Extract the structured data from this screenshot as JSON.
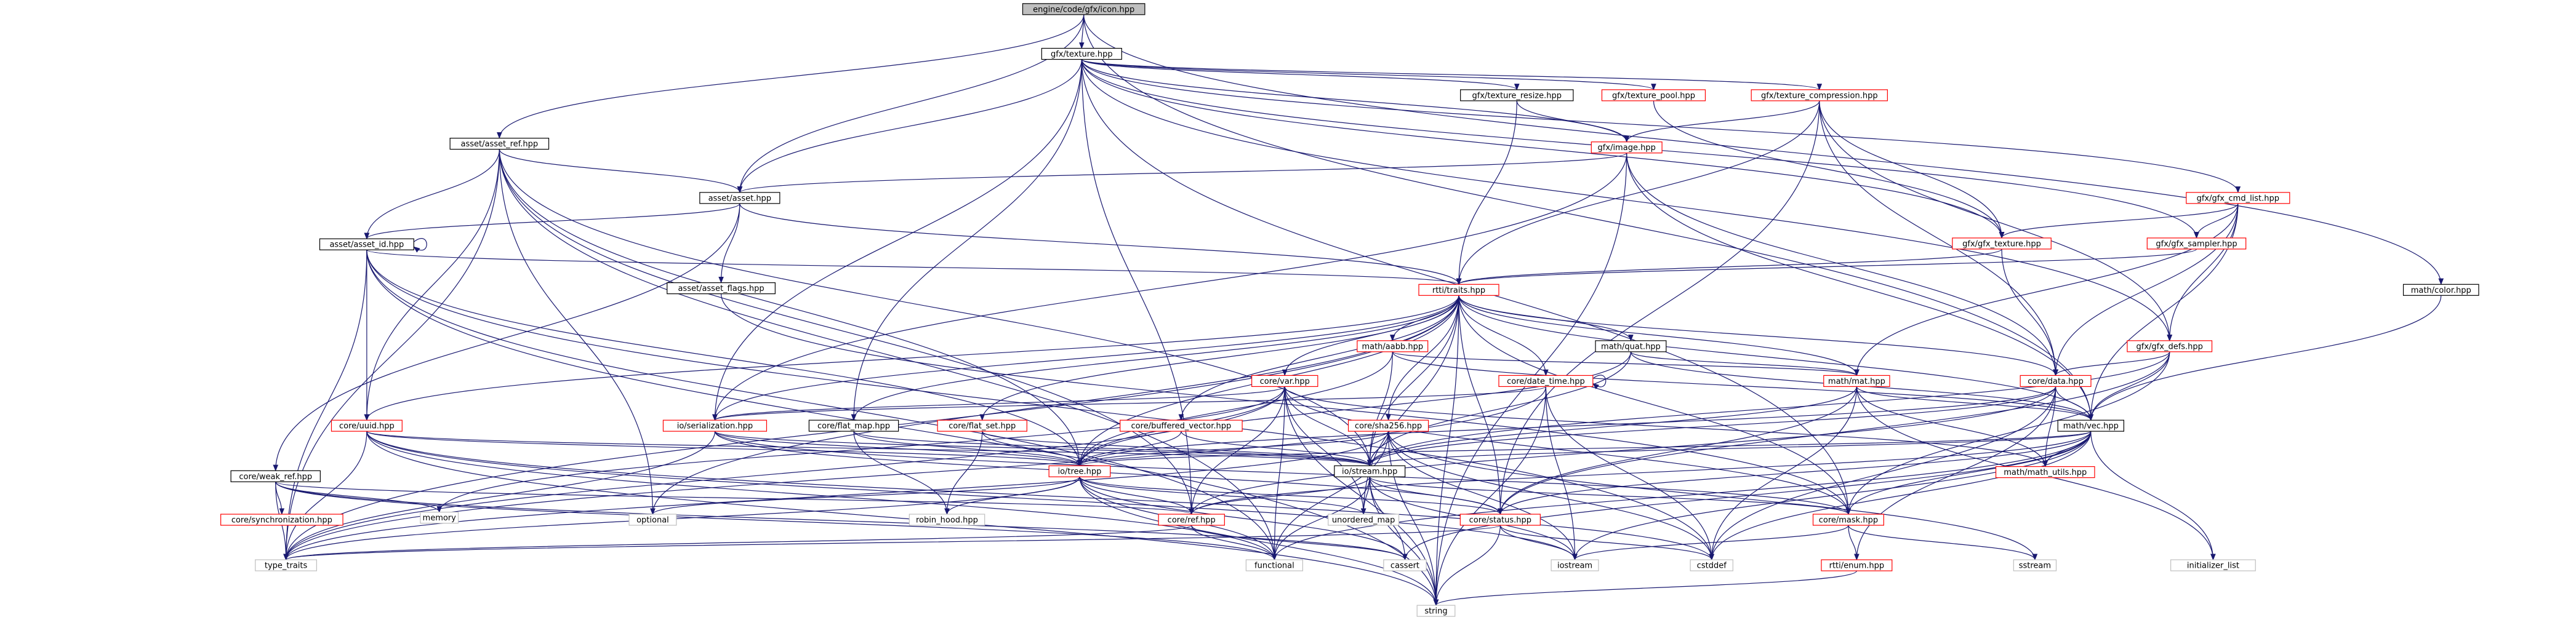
{
  "graph": {
    "colors": {
      "edge": "#191970",
      "root_fill": "#bfbfbf",
      "node_fill": "#ffffff",
      "node_border": "#000000",
      "link_border": "#ff0000",
      "undocumented_text": "#000000",
      "external_border": "#bfbfbf"
    },
    "nodes": [
      {
        "id": "root",
        "label": "engine/code/gfx/icon.hpp",
        "kind": "root"
      },
      {
        "id": "texture",
        "label": "gfx/texture.hpp",
        "kind": "normal"
      },
      {
        "id": "asset_ref",
        "label": "asset/asset_ref.hpp",
        "kind": "normal"
      },
      {
        "id": "texture_resize",
        "label": "gfx/texture_resize.hpp",
        "kind": "normal"
      },
      {
        "id": "texture_pool",
        "label": "gfx/texture_pool.hpp",
        "kind": "red"
      },
      {
        "id": "texture_compression",
        "label": "gfx/texture_compression.hpp",
        "kind": "red"
      },
      {
        "id": "image",
        "label": "gfx/image.hpp",
        "kind": "red"
      },
      {
        "id": "asset",
        "label": "asset/asset.hpp",
        "kind": "normal"
      },
      {
        "id": "gfx_cmd_list",
        "label": "gfx/gfx_cmd_list.hpp",
        "kind": "red"
      },
      {
        "id": "asset_id",
        "label": "asset/asset_id.hpp",
        "kind": "normal"
      },
      {
        "id": "gfx_texture",
        "label": "gfx/gfx_texture.hpp",
        "kind": "red"
      },
      {
        "id": "gfx_sampler",
        "label": "gfx/gfx_sampler.hpp",
        "kind": "red"
      },
      {
        "id": "asset_flags",
        "label": "asset/asset_flags.hpp",
        "kind": "normal"
      },
      {
        "id": "rtti_traits",
        "label": "rtti/traits.hpp",
        "kind": "red"
      },
      {
        "id": "math_color",
        "label": "math/color.hpp",
        "kind": "normal"
      },
      {
        "id": "math_aabb",
        "label": "math/aabb.hpp",
        "kind": "red"
      },
      {
        "id": "math_quat",
        "label": "math/quat.hpp",
        "kind": "normal"
      },
      {
        "id": "gfx_defs",
        "label": "gfx/gfx_defs.hpp",
        "kind": "red"
      },
      {
        "id": "core_var",
        "label": "core/var.hpp",
        "kind": "red"
      },
      {
        "id": "core_date_time",
        "label": "core/date_time.hpp",
        "kind": "red"
      },
      {
        "id": "math_mat",
        "label": "math/mat.hpp",
        "kind": "red"
      },
      {
        "id": "core_data",
        "label": "core/data.hpp",
        "kind": "red"
      },
      {
        "id": "core_uuid",
        "label": "core/uuid.hpp",
        "kind": "red"
      },
      {
        "id": "io_serialization",
        "label": "io/serialization.hpp",
        "kind": "red"
      },
      {
        "id": "core_flat_map",
        "label": "core/flat_map.hpp",
        "kind": "normal"
      },
      {
        "id": "core_flat_set",
        "label": "core/flat_set.hpp",
        "kind": "red"
      },
      {
        "id": "core_buffered_vector",
        "label": "core/buffered_vector.hpp",
        "kind": "red"
      },
      {
        "id": "core_sha256",
        "label": "core/sha256.hpp",
        "kind": "red"
      },
      {
        "id": "math_vec",
        "label": "math/vec.hpp",
        "kind": "normal"
      },
      {
        "id": "core_weak_ref",
        "label": "core/weak_ref.hpp",
        "kind": "normal"
      },
      {
        "id": "io_tree",
        "label": "io/tree.hpp",
        "kind": "red"
      },
      {
        "id": "io_stream",
        "label": "io/stream.hpp",
        "kind": "normal"
      },
      {
        "id": "core_synchronization",
        "label": "core/synchronization.hpp",
        "kind": "red"
      },
      {
        "id": "memory",
        "label": "memory",
        "kind": "ext"
      },
      {
        "id": "optional",
        "label": "optional",
        "kind": "ext"
      },
      {
        "id": "robin_hood",
        "label": "robin_hood.hpp",
        "kind": "ext"
      },
      {
        "id": "core_ref",
        "label": "core/ref.hpp",
        "kind": "red"
      },
      {
        "id": "unordered_map",
        "label": "unordered_map",
        "kind": "ext"
      },
      {
        "id": "core_status",
        "label": "core/status.hpp",
        "kind": "red"
      },
      {
        "id": "core_mask",
        "label": "core/mask.hpp",
        "kind": "red"
      },
      {
        "id": "math_utils",
        "label": "math/math_utils.hpp",
        "kind": "red"
      },
      {
        "id": "type_traits",
        "label": "type_traits",
        "kind": "ext"
      },
      {
        "id": "functional",
        "label": "functional",
        "kind": "ext"
      },
      {
        "id": "cassert",
        "label": "cassert",
        "kind": "ext"
      },
      {
        "id": "iostream",
        "label": "iostream",
        "kind": "ext"
      },
      {
        "id": "cstddef",
        "label": "cstddef",
        "kind": "ext"
      },
      {
        "id": "rtti_enum",
        "label": "rtti/enum.hpp",
        "kind": "red"
      },
      {
        "id": "sstream",
        "label": "sstream",
        "kind": "ext"
      },
      {
        "id": "initializer_list",
        "label": "initializer_list",
        "kind": "ext"
      },
      {
        "id": "string",
        "label": "string",
        "kind": "ext"
      }
    ],
    "edges": [
      [
        "root",
        "texture"
      ],
      [
        "root",
        "asset_ref"
      ],
      [
        "root",
        "asset"
      ],
      [
        "root",
        "math_color"
      ],
      [
        "root",
        "math_vec"
      ],
      [
        "texture",
        "texture_resize"
      ],
      [
        "texture",
        "texture_pool"
      ],
      [
        "texture",
        "texture_compression"
      ],
      [
        "texture",
        "image"
      ],
      [
        "texture",
        "asset"
      ],
      [
        "texture",
        "gfx_cmd_list"
      ],
      [
        "texture",
        "gfx_texture"
      ],
      [
        "texture",
        "gfx_sampler"
      ],
      [
        "texture",
        "gfx_defs"
      ],
      [
        "texture",
        "io_serialization"
      ],
      [
        "texture",
        "core_flat_map"
      ],
      [
        "texture",
        "core_ref"
      ],
      [
        "texture",
        "core_mask"
      ],
      [
        "texture_resize",
        "image"
      ],
      [
        "texture_resize",
        "rtti_traits"
      ],
      [
        "texture_pool",
        "gfx_texture"
      ],
      [
        "texture_compression",
        "image"
      ],
      [
        "texture_compression",
        "gfx_texture"
      ],
      [
        "texture_compression",
        "gfx_defs"
      ],
      [
        "texture_compression",
        "core_data"
      ],
      [
        "texture_compression",
        "rtti_traits"
      ],
      [
        "texture_compression",
        "core_status"
      ],
      [
        "image",
        "asset"
      ],
      [
        "image",
        "core_data"
      ],
      [
        "image",
        "math_vec"
      ],
      [
        "image",
        "io_serialization"
      ],
      [
        "image",
        "string"
      ],
      [
        "asset_ref",
        "asset"
      ],
      [
        "asset_ref",
        "asset_id"
      ],
      [
        "asset_ref",
        "core_uuid"
      ],
      [
        "asset_ref",
        "io_tree"
      ],
      [
        "asset_ref",
        "io_stream"
      ],
      [
        "asset_ref",
        "core_ref"
      ],
      [
        "asset_ref",
        "optional"
      ],
      [
        "asset_ref",
        "type_traits"
      ],
      [
        "asset_ref",
        "functional"
      ],
      [
        "asset",
        "asset_id"
      ],
      [
        "asset",
        "asset_flags"
      ],
      [
        "asset",
        "rtti_traits"
      ],
      [
        "asset",
        "core_weak_ref"
      ],
      [
        "asset_id",
        "asset_id"
      ],
      [
        "asset_id",
        "rtti_traits"
      ],
      [
        "asset_id",
        "core_uuid"
      ],
      [
        "asset_id",
        "io_tree"
      ],
      [
        "asset_id",
        "type_traits"
      ],
      [
        "asset_id",
        "functional"
      ],
      [
        "asset_id",
        "string"
      ],
      [
        "asset_id",
        "cstddef"
      ],
      [
        "asset_flags",
        "core_mask"
      ],
      [
        "gfx_cmd_list",
        "gfx_texture"
      ],
      [
        "gfx_cmd_list",
        "gfx_sampler"
      ],
      [
        "gfx_cmd_list",
        "gfx_defs"
      ],
      [
        "gfx_cmd_list",
        "math_mat"
      ],
      [
        "gfx_cmd_list",
        "core_data"
      ],
      [
        "gfx_cmd_list",
        "math_vec"
      ],
      [
        "gfx_texture",
        "rtti_traits"
      ],
      [
        "gfx_texture",
        "core_data"
      ],
      [
        "gfx_sampler",
        "rtti_traits"
      ],
      [
        "gfx_defs",
        "core_data"
      ],
      [
        "gfx_defs",
        "math_vec"
      ],
      [
        "gfx_defs",
        "core_mask"
      ],
      [
        "gfx_defs",
        "core_status"
      ],
      [
        "gfx_defs",
        "io_stream"
      ],
      [
        "math_color",
        "math_vec"
      ],
      [
        "rtti_traits",
        "math_aabb"
      ],
      [
        "rtti_traits",
        "math_quat"
      ],
      [
        "rtti_traits",
        "core_var"
      ],
      [
        "rtti_traits",
        "core_date_time"
      ],
      [
        "rtti_traits",
        "math_mat"
      ],
      [
        "rtti_traits",
        "core_data"
      ],
      [
        "rtti_traits",
        "core_uuid"
      ],
      [
        "rtti_traits",
        "io_serialization"
      ],
      [
        "rtti_traits",
        "core_flat_map"
      ],
      [
        "rtti_traits",
        "core_flat_set"
      ],
      [
        "rtti_traits",
        "core_buffered_vector"
      ],
      [
        "rtti_traits",
        "core_sha256"
      ],
      [
        "rtti_traits",
        "math_vec"
      ],
      [
        "rtti_traits",
        "io_tree"
      ],
      [
        "rtti_traits",
        "io_stream"
      ],
      [
        "rtti_traits",
        "type_traits"
      ],
      [
        "rtti_traits",
        "optional"
      ],
      [
        "rtti_traits",
        "unordered_map"
      ],
      [
        "rtti_traits",
        "core_mask"
      ],
      [
        "rtti_traits",
        "core_status"
      ],
      [
        "rtti_traits",
        "string"
      ],
      [
        "math_aabb",
        "math_mat"
      ],
      [
        "math_aabb",
        "math_vec"
      ],
      [
        "math_aabb",
        "io_tree"
      ],
      [
        "math_aabb",
        "io_stream"
      ],
      [
        "math_quat",
        "math_mat"
      ],
      [
        "math_quat",
        "math_vec"
      ],
      [
        "math_quat",
        "io_tree"
      ],
      [
        "math_quat",
        "io_stream"
      ],
      [
        "core_var",
        "io_tree"
      ],
      [
        "core_var",
        "io_stream"
      ],
      [
        "core_var",
        "core_ref"
      ],
      [
        "core_var",
        "math_utils"
      ],
      [
        "core_var",
        "memory"
      ],
      [
        "core_var",
        "type_traits"
      ],
      [
        "core_var",
        "functional"
      ],
      [
        "core_var",
        "unordered_map"
      ],
      [
        "core_var",
        "string"
      ],
      [
        "core_var",
        "io_serialization"
      ],
      [
        "core_var",
        "core_mask"
      ],
      [
        "core_date_time",
        "core_date_time"
      ],
      [
        "core_date_time",
        "io_serialization"
      ],
      [
        "core_date_time",
        "iostream"
      ],
      [
        "core_date_time",
        "cstddef"
      ],
      [
        "core_date_time",
        "string"
      ],
      [
        "core_date_time",
        "type_traits"
      ],
      [
        "math_mat",
        "math_vec"
      ],
      [
        "math_mat",
        "math_utils"
      ],
      [
        "math_mat",
        "io_stream"
      ],
      [
        "math_mat",
        "cstddef"
      ],
      [
        "math_mat",
        "core_status"
      ],
      [
        "math_mat",
        "initializer_list"
      ],
      [
        "core_data",
        "math_vec"
      ],
      [
        "core_data",
        "io_stream"
      ],
      [
        "core_data",
        "core_ref"
      ],
      [
        "core_data",
        "math_utils"
      ],
      [
        "core_data",
        "io_tree"
      ],
      [
        "core_data",
        "cstddef"
      ],
      [
        "core_data",
        "rtti_enum"
      ],
      [
        "core_uuid",
        "io_tree"
      ],
      [
        "core_uuid",
        "io_stream"
      ],
      [
        "core_uuid",
        "type_traits"
      ],
      [
        "core_uuid",
        "string"
      ],
      [
        "core_uuid",
        "functional"
      ],
      [
        "core_uuid",
        "cstddef"
      ],
      [
        "core_uuid",
        "iostream"
      ],
      [
        "io_serialization",
        "io_tree"
      ],
      [
        "io_serialization",
        "io_stream"
      ],
      [
        "io_serialization",
        "type_traits"
      ],
      [
        "io_serialization",
        "core_mask"
      ],
      [
        "io_serialization",
        "core_status"
      ],
      [
        "core_flat_map",
        "io_tree"
      ],
      [
        "core_flat_map",
        "io_stream"
      ],
      [
        "core_flat_map",
        "robin_hood"
      ],
      [
        "core_flat_set",
        "io_tree"
      ],
      [
        "core_flat_set",
        "io_stream"
      ],
      [
        "core_flat_set",
        "robin_hood"
      ],
      [
        "core_buffered_vector",
        "io_stream"
      ],
      [
        "core_buffered_vector",
        "io_tree"
      ],
      [
        "core_sha256",
        "io_tree"
      ],
      [
        "core_sha256",
        "io_stream"
      ],
      [
        "core_sha256",
        "iostream"
      ],
      [
        "core_sha256",
        "sstream"
      ],
      [
        "core_sha256",
        "string"
      ],
      [
        "core_sha256",
        "cstddef"
      ],
      [
        "core_sha256",
        "type_traits"
      ],
      [
        "core_sha256",
        "functional"
      ],
      [
        "math_vec",
        "math_utils"
      ],
      [
        "math_vec",
        "io_tree"
      ],
      [
        "math_vec",
        "io_stream"
      ],
      [
        "math_vec",
        "core_mask"
      ],
      [
        "math_vec",
        "cstddef"
      ],
      [
        "math_vec",
        "initializer_list"
      ],
      [
        "math_vec",
        "iostream"
      ],
      [
        "math_vec",
        "core_ref"
      ],
      [
        "math_vec",
        "cassert"
      ],
      [
        "math_vec",
        "functional"
      ],
      [
        "math_vec",
        "core_status"
      ],
      [
        "core_weak_ref",
        "core_synchronization"
      ],
      [
        "core_weak_ref",
        "memory"
      ],
      [
        "core_weak_ref",
        "core_ref"
      ],
      [
        "core_weak_ref",
        "type_traits"
      ],
      [
        "core_weak_ref",
        "functional"
      ],
      [
        "core_weak_ref",
        "cassert"
      ],
      [
        "io_tree",
        "core_ref"
      ],
      [
        "io_tree",
        "core_status"
      ],
      [
        "io_tree",
        "robin_hood"
      ],
      [
        "io_tree",
        "optional"
      ],
      [
        "io_tree",
        "unordered_map"
      ],
      [
        "io_tree",
        "type_traits"
      ],
      [
        "io_tree",
        "functional"
      ],
      [
        "io_tree",
        "cassert"
      ],
      [
        "io_tree",
        "string"
      ],
      [
        "io_stream",
        "core_ref"
      ],
      [
        "io_stream",
        "core_status"
      ],
      [
        "io_stream",
        "core_mask"
      ],
      [
        "io_stream",
        "cassert"
      ],
      [
        "io_stream",
        "unordered_map"
      ],
      [
        "io_stream",
        "iostream"
      ],
      [
        "io_stream",
        "string"
      ],
      [
        "io_stream",
        "functional"
      ],
      [
        "core_ref",
        "type_traits"
      ],
      [
        "core_ref",
        "functional"
      ],
      [
        "core_ref",
        "cassert"
      ],
      [
        "core_status",
        "type_traits"
      ],
      [
        "core_status",
        "string"
      ],
      [
        "core_status",
        "cstddef"
      ],
      [
        "core_status",
        "iostream"
      ],
      [
        "core_mask",
        "rtti_enum"
      ],
      [
        "core_mask",
        "sstream"
      ],
      [
        "core_mask",
        "iostream"
      ],
      [
        "rtti_enum",
        "string"
      ]
    ]
  }
}
